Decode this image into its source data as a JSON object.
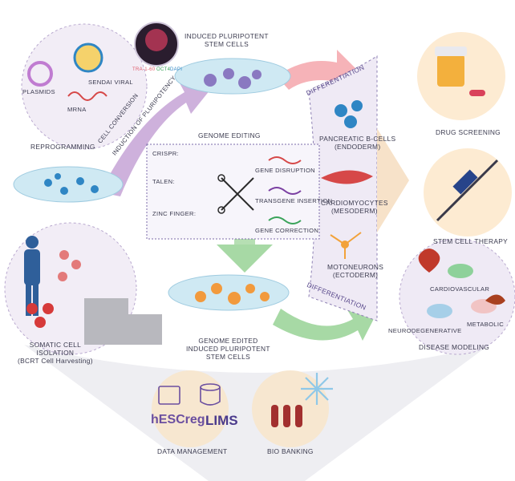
{
  "diagram": {
    "labels": {
      "ipsc": "INDUCED PLURIPOTENT\nSTEM CELLS",
      "sendai": "SENDAI VIRAL",
      "plasmids": "PLASMIDS",
      "mrna": "MRNA",
      "reprogramming": "REPROGRAMMING",
      "cell_conversion": "CELL CONVERSION",
      "induction": "INDUCTION OF PLURIPOTENCY",
      "genome_editing": "GENOME EDITING",
      "crispr": "CRISPR:",
      "talen": "TALEN:",
      "zinc_finger": "ZINC FINGER:",
      "gene_disruption": "GENE DISRUPTION",
      "transgene_insertion": "TRANSGENE INSERTION",
      "gene_correction": "GENE CORRECTION",
      "differentiation_top": "DIFFERENTIATION",
      "differentiation_bottom": "DIFFERENTIATION",
      "pancreatic": "PANCREATIC B-CELLS\n(ENDODERM)",
      "cardiomyocytes": "CARDIOMYOCYTES\n(MESODERM)",
      "motoneurons": "MOTONEURONS\n(ECTODERM)",
      "drug_screening": "DRUG SCREENING",
      "stem_cell_therapy": "STEM CELL THERAPY",
      "cardiovascular": "CARDIOVASCULAR",
      "neurodegenerative": "NEURODEGENERATIVE",
      "metabolic": "METABOLIC",
      "disease_modeling": "DISEASE MODELING",
      "somatic": "SOMATIC CELL\nISOLATION\n(BCRT Cell Harvesting)",
      "genome_edited": "GENOME EDITED\nINDUCED PLURIPOTENT\nSTEM CELLS",
      "data_management": "DATA MANAGEMENT",
      "bio_banking": "BIO BANKING",
      "hescreg": "hESCreg",
      "lims": "LIMS",
      "tra": "TRA-1-60",
      "oct4": "OCT4",
      "dapi": "DAPI"
    },
    "colors": {
      "dish": "#cfe9f3",
      "blue_cell": "#2f86c4",
      "purple_cell": "#8a79c1",
      "orange_cell": "#f29a3d",
      "arrow_purple": "#c9a8d8",
      "arrow_pink": "#f6b3b8",
      "arrow_green": "#a7d9a5",
      "circle_bg": "#f3ecf7",
      "right_circle": "#fdebd2",
      "panel_border": "#7b6aa8"
    }
  }
}
